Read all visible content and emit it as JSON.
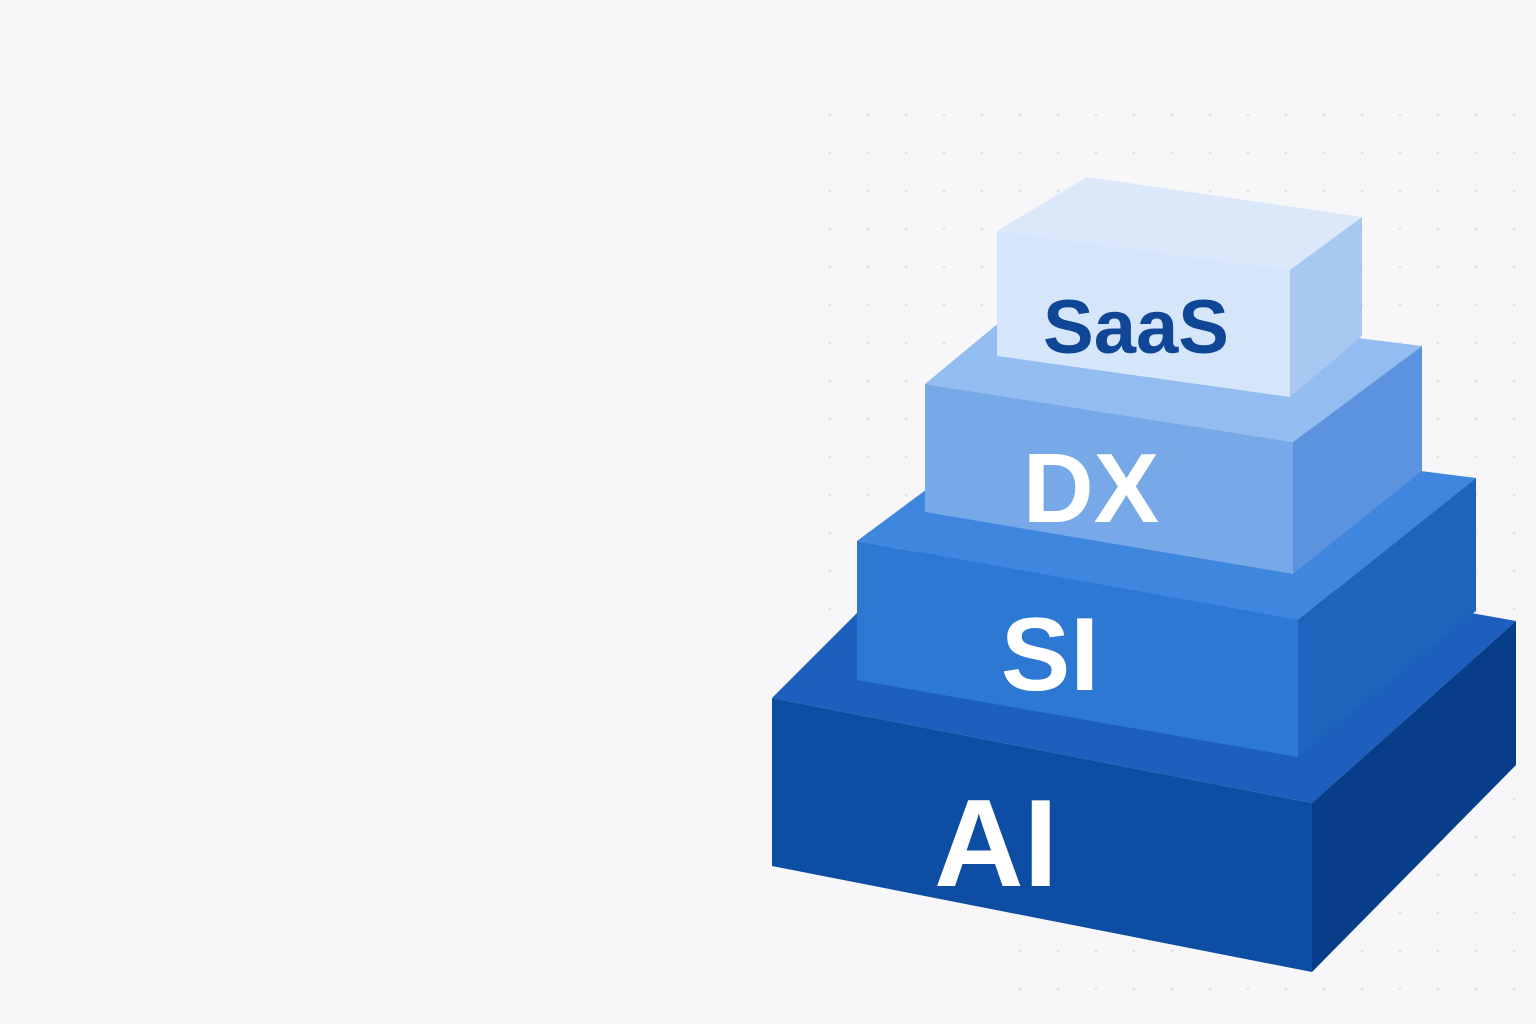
{
  "layers": [
    {
      "label": "AI",
      "front_color": "#0d4da3",
      "top_color": "#1d5fbd",
      "side_color": "#083d8a",
      "text_color": "#ffffff"
    },
    {
      "label": "SI",
      "front_color": "#2d78d2",
      "top_color": "#3f86de",
      "side_color": "#1d64bd",
      "text_color": "#ffffff"
    },
    {
      "label": "DX",
      "front_color": "#77a8e7",
      "top_color": "#93bcf0",
      "side_color": "#5b93de",
      "text_color": "#ffffff"
    },
    {
      "label": "SaaS",
      "front_color": "#d5e6fa",
      "top_color": "#dbe8fa",
      "side_color": "#a8c8f2",
      "text_color": "#0f4796"
    }
  ],
  "background_color": "#f7f7f9",
  "dot_color": "#dde1ea"
}
